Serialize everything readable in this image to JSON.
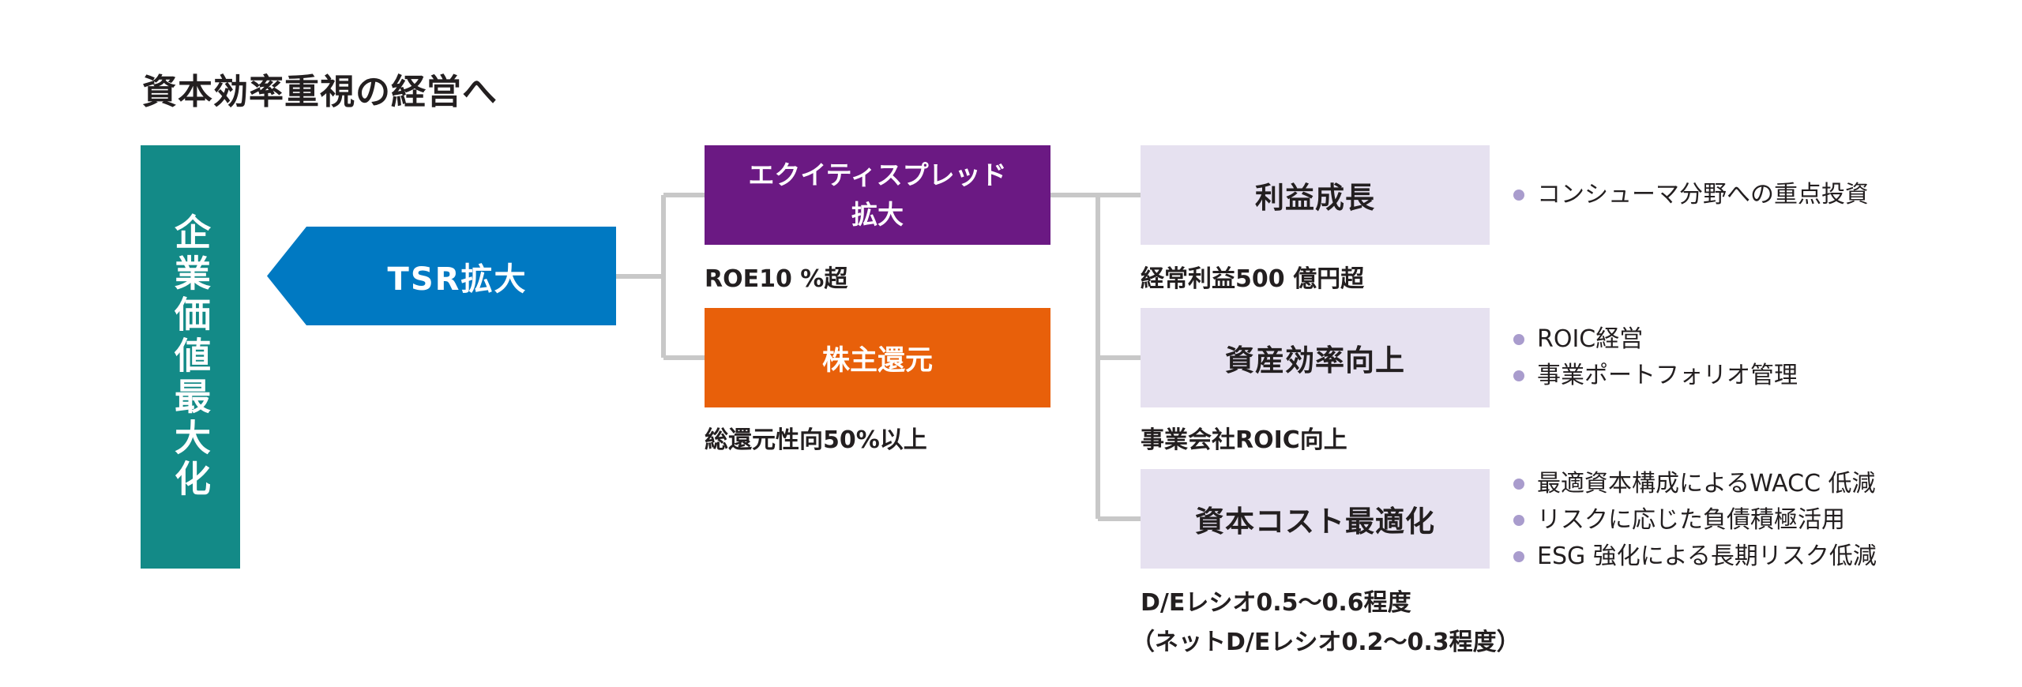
{
  "title": "資本効率重視の経営へ",
  "left_column": {
    "label": "企業価値最大化"
  },
  "tsr": {
    "label": "TSR拡大"
  },
  "middle": [
    {
      "label": "エクイティスプレッド 拡大",
      "label_lines": [
        "エクイティスプレッド",
        "拡大"
      ],
      "sub": "ROE10 %超",
      "color": "#6b1983"
    },
    {
      "label": "株主還元",
      "sub": "総還元性向50%以上",
      "color": "#e8600a"
    }
  ],
  "right": [
    {
      "label": "利益成長",
      "sub_lines": [
        "経常利益500 億円超"
      ],
      "bullets": [
        "コンシューマ分野への重点投資"
      ]
    },
    {
      "label": "資産効率向上",
      "sub_lines": [
        "事業会社ROIC向上"
      ],
      "bullets": [
        "ROIC経営",
        "事業ポートフォリオ管理"
      ]
    },
    {
      "label": "資本コスト最適化",
      "sub_lines": [
        "D/Eレシオ0.5〜0.6程度",
        "（ネットD/Eレシオ0.2〜0.3程度）"
      ],
      "bullets": [
        "最適資本構成によるWACC 低減",
        "リスクに応じた負債積極活用",
        "ESG 強化による長期リスク低減"
      ]
    }
  ],
  "colors": {
    "teal": "#138a87",
    "blue": "#0079c2",
    "purple": "#6b1983",
    "orange": "#e8600a",
    "lavender": "#e6e1f0",
    "bullet": "#a99ccd",
    "connector": "#c8c8c8"
  }
}
